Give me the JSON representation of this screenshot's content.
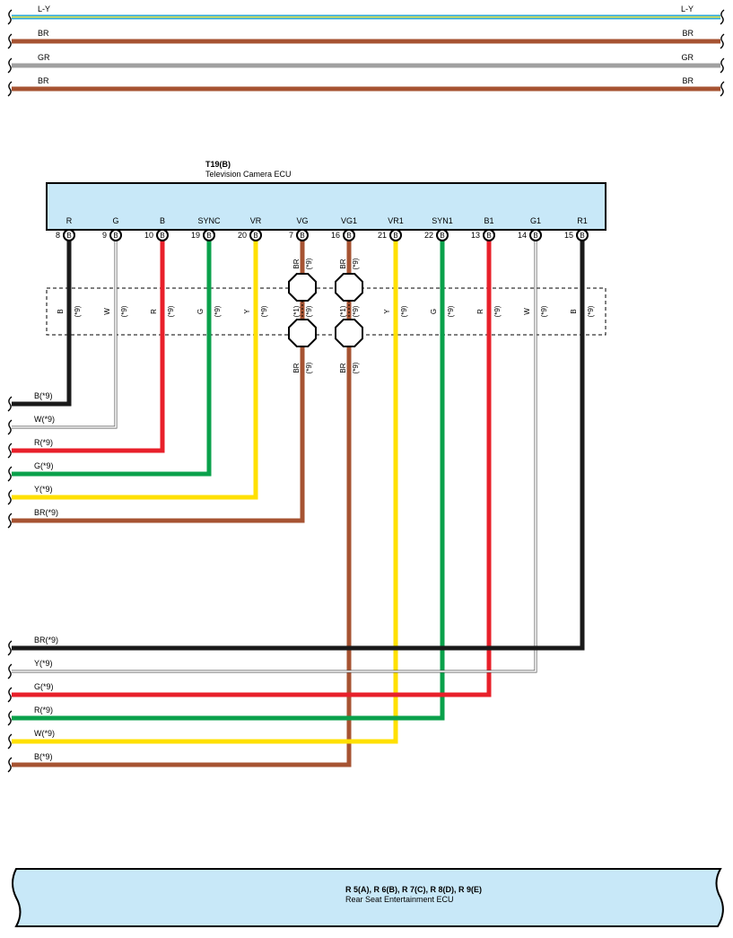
{
  "colors": {
    "L-Y": "#2ea8d8",
    "L-Y-core": "#f2e84a",
    "BR": "#a65332",
    "GR": "#a0a0a0",
    "B": "#1a1a1a",
    "W": "#ffffff",
    "R": "#e8202a",
    "G": "#0aa14b",
    "Y": "#ffe000",
    "ecu_fill": "#c8e8f8"
  },
  "top_wires": [
    {
      "left": "L-Y",
      "right": "L-Y",
      "color": "L-Y"
    },
    {
      "left": "BR",
      "right": "BR",
      "color": "BR"
    },
    {
      "left": "GR",
      "right": "GR",
      "color": "GR"
    },
    {
      "left": "BR",
      "right": "BR",
      "color": "BR"
    }
  ],
  "ecu_top": {
    "code": "T19(B)",
    "name": "Television Camera ECU"
  },
  "ecu_bottom": {
    "code": "R 5(A), R 6(B), R 7(C), R 8(D), R 9(E)",
    "name": "Rear Seat Entertainment ECU"
  },
  "pins": [
    {
      "signal": "R",
      "num": "8",
      "conn": "B",
      "color": "B",
      "mid": "B",
      "tag": "(*9)"
    },
    {
      "signal": "G",
      "num": "9",
      "conn": "B",
      "color": "W",
      "mid": "W",
      "tag": "(*9)"
    },
    {
      "signal": "B",
      "num": "10",
      "conn": "B",
      "color": "R",
      "mid": "R",
      "tag": "(*9)"
    },
    {
      "signal": "SYNC",
      "num": "19",
      "conn": "B",
      "color": "G",
      "mid": "G",
      "tag": "(*9)"
    },
    {
      "signal": "VR",
      "num": "20",
      "conn": "B",
      "color": "Y",
      "mid": "Y",
      "tag": "(*9)"
    },
    {
      "signal": "VG",
      "num": "7",
      "conn": "B",
      "color": "BR",
      "upper": "BR",
      "upper_tag": "(*9)",
      "mid": "(*1)",
      "tag": "(*9)",
      "lower": "BR",
      "lower_tag": "(*9)"
    },
    {
      "signal": "VG1",
      "num": "16",
      "conn": "B",
      "color": "BR",
      "upper": "BR",
      "upper_tag": "(*9)",
      "mid": "(*1)",
      "tag": "(*9)",
      "lower": "BR",
      "lower_tag": "(*9)"
    },
    {
      "signal": "VR1",
      "num": "21",
      "conn": "B",
      "color": "Y",
      "mid": "Y",
      "tag": "(*9)"
    },
    {
      "signal": "SYN1",
      "num": "22",
      "conn": "B",
      "color": "G",
      "mid": "G",
      "tag": "(*9)"
    },
    {
      "signal": "B1",
      "num": "13",
      "conn": "B",
      "color": "R",
      "mid": "R",
      "tag": "(*9)"
    },
    {
      "signal": "G1",
      "num": "14",
      "conn": "B",
      "color": "W",
      "mid": "W",
      "tag": "(*9)"
    },
    {
      "signal": "R1",
      "num": "15",
      "conn": "B",
      "color": "B",
      "mid": "B",
      "tag": "(*9)"
    }
  ],
  "out_labels": [
    {
      "text": "B(*9)",
      "color": "B"
    },
    {
      "text": "W(*9)",
      "color": "W"
    },
    {
      "text": "R(*9)",
      "color": "R"
    },
    {
      "text": "G(*9)",
      "color": "G"
    },
    {
      "text": "Y(*9)",
      "color": "Y"
    },
    {
      "text": "BR(*9)",
      "color": "BR"
    },
    {
      "text": "BR(*9)",
      "color": "BR"
    },
    {
      "text": "Y(*9)",
      "color": "Y"
    },
    {
      "text": "G(*9)",
      "color": "G"
    },
    {
      "text": "R(*9)",
      "color": "R"
    },
    {
      "text": "W(*9)",
      "color": "W"
    },
    {
      "text": "B(*9)",
      "color": "B"
    }
  ]
}
